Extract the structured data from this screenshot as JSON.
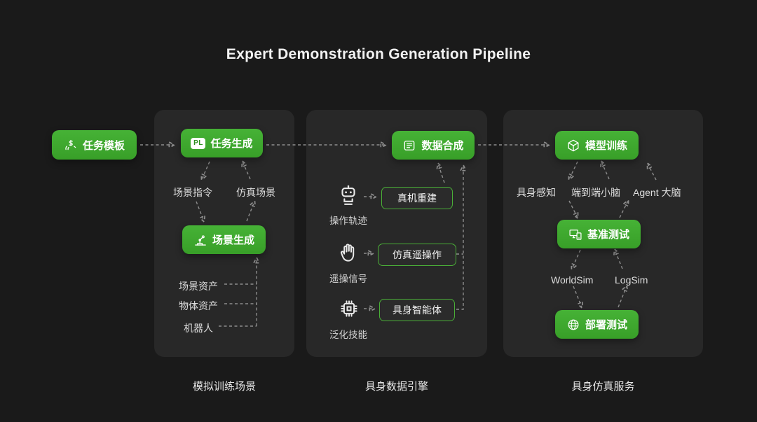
{
  "title": "Expert Demonstration Generation Pipeline",
  "source": {
    "label": "任务模板"
  },
  "panels": [
    {
      "caption": "模拟训练场景",
      "task_gen": "任务生成",
      "pl_badge": "PL",
      "scene_cmd": "场景指令",
      "sim_scene": "仿真场景",
      "scene_gen": "场景生成",
      "assets": [
        "场景资产",
        "物体资产",
        "机器人"
      ]
    },
    {
      "caption": "具身数据引擎",
      "data_syn": "数据合成",
      "rows": [
        {
          "label": "操作轨迹",
          "box": "真机重建"
        },
        {
          "label": "遥操信号",
          "box": "仿真遥操作"
        },
        {
          "label": "泛化技能",
          "box": "具身智能体"
        }
      ]
    },
    {
      "caption": "具身仿真服务",
      "model_train": "模型训练",
      "brains": [
        "具身感知",
        "端到端小脑",
        "Agent 大脑"
      ],
      "benchmark": "基准测试",
      "sims": [
        "WorldSim",
        "LogSim"
      ],
      "deploy": "部署测试"
    }
  ],
  "colors": {
    "background": "#1a1a1a",
    "panel": "#282828",
    "accent_green": "#3fa82e",
    "arrow": "#8d8d8d",
    "text": "#e6e6e6"
  }
}
